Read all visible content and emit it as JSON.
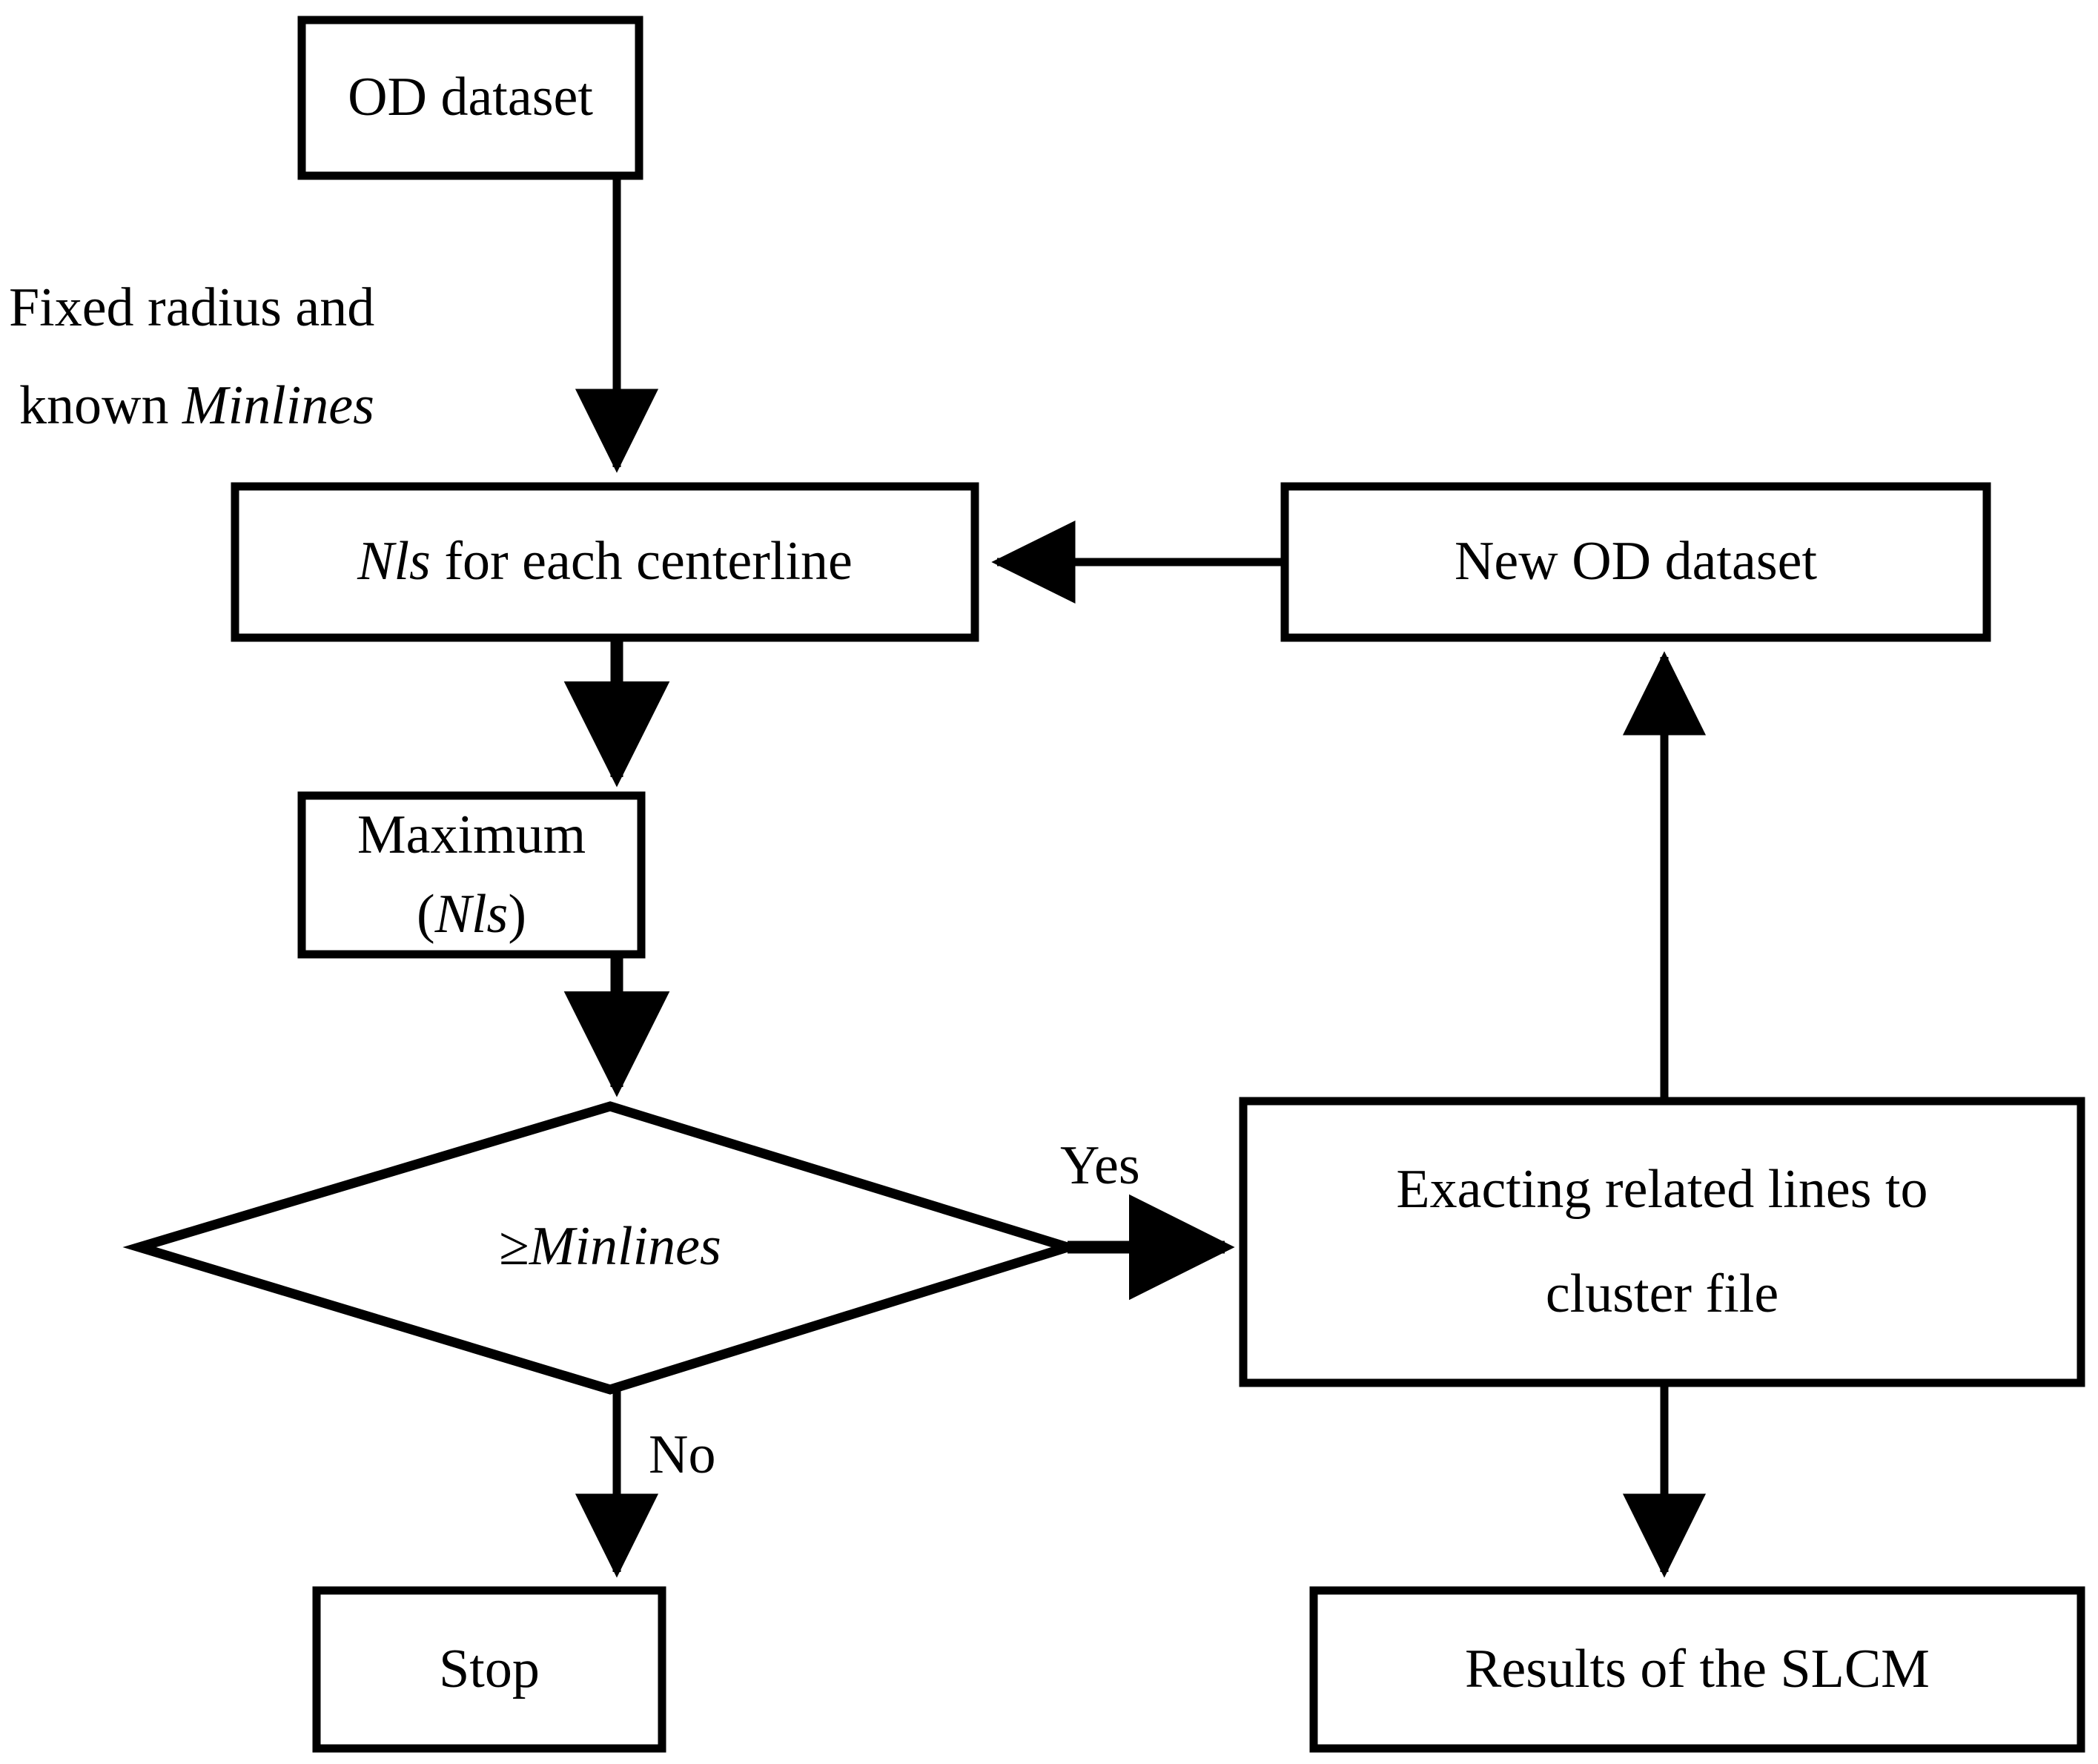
{
  "diagram": {
    "title": "SLCM clustering algorithm flowchart",
    "background_color": "#ffffff",
    "stroke_color": "#000000",
    "nodes": [
      {
        "id": "od-dataset",
        "shape": "rectangle",
        "label": "OD dataset"
      },
      {
        "id": "nls-centerline",
        "shape": "rectangle",
        "label_prefix": "Nls",
        "label_suffix": " for each centerline"
      },
      {
        "id": "maximum-nls",
        "shape": "rectangle",
        "label_prefix": "Maximum (",
        "label_italic": "Nls",
        "label_suffix": ")"
      },
      {
        "id": "minlines-check",
        "shape": "diamond",
        "label_prefix": "≥",
        "label_italic": "Minlines"
      },
      {
        "id": "stop",
        "shape": "rectangle",
        "label": "Stop"
      },
      {
        "id": "new-od-dataset",
        "shape": "rectangle",
        "label": "New OD dataset"
      },
      {
        "id": "exacting-lines",
        "shape": "rectangle",
        "label_line1": "Exacting related lines to",
        "label_line2": "cluster file"
      },
      {
        "id": "results-slcm",
        "shape": "rectangle",
        "label": "Results of the SLCM"
      }
    ],
    "edge_labels": {
      "yes": "Yes",
      "no": "No"
    },
    "side_note": {
      "line1": "Fixed radius and",
      "line2_prefix": "known ",
      "line2_italic": "Minlines"
    }
  }
}
